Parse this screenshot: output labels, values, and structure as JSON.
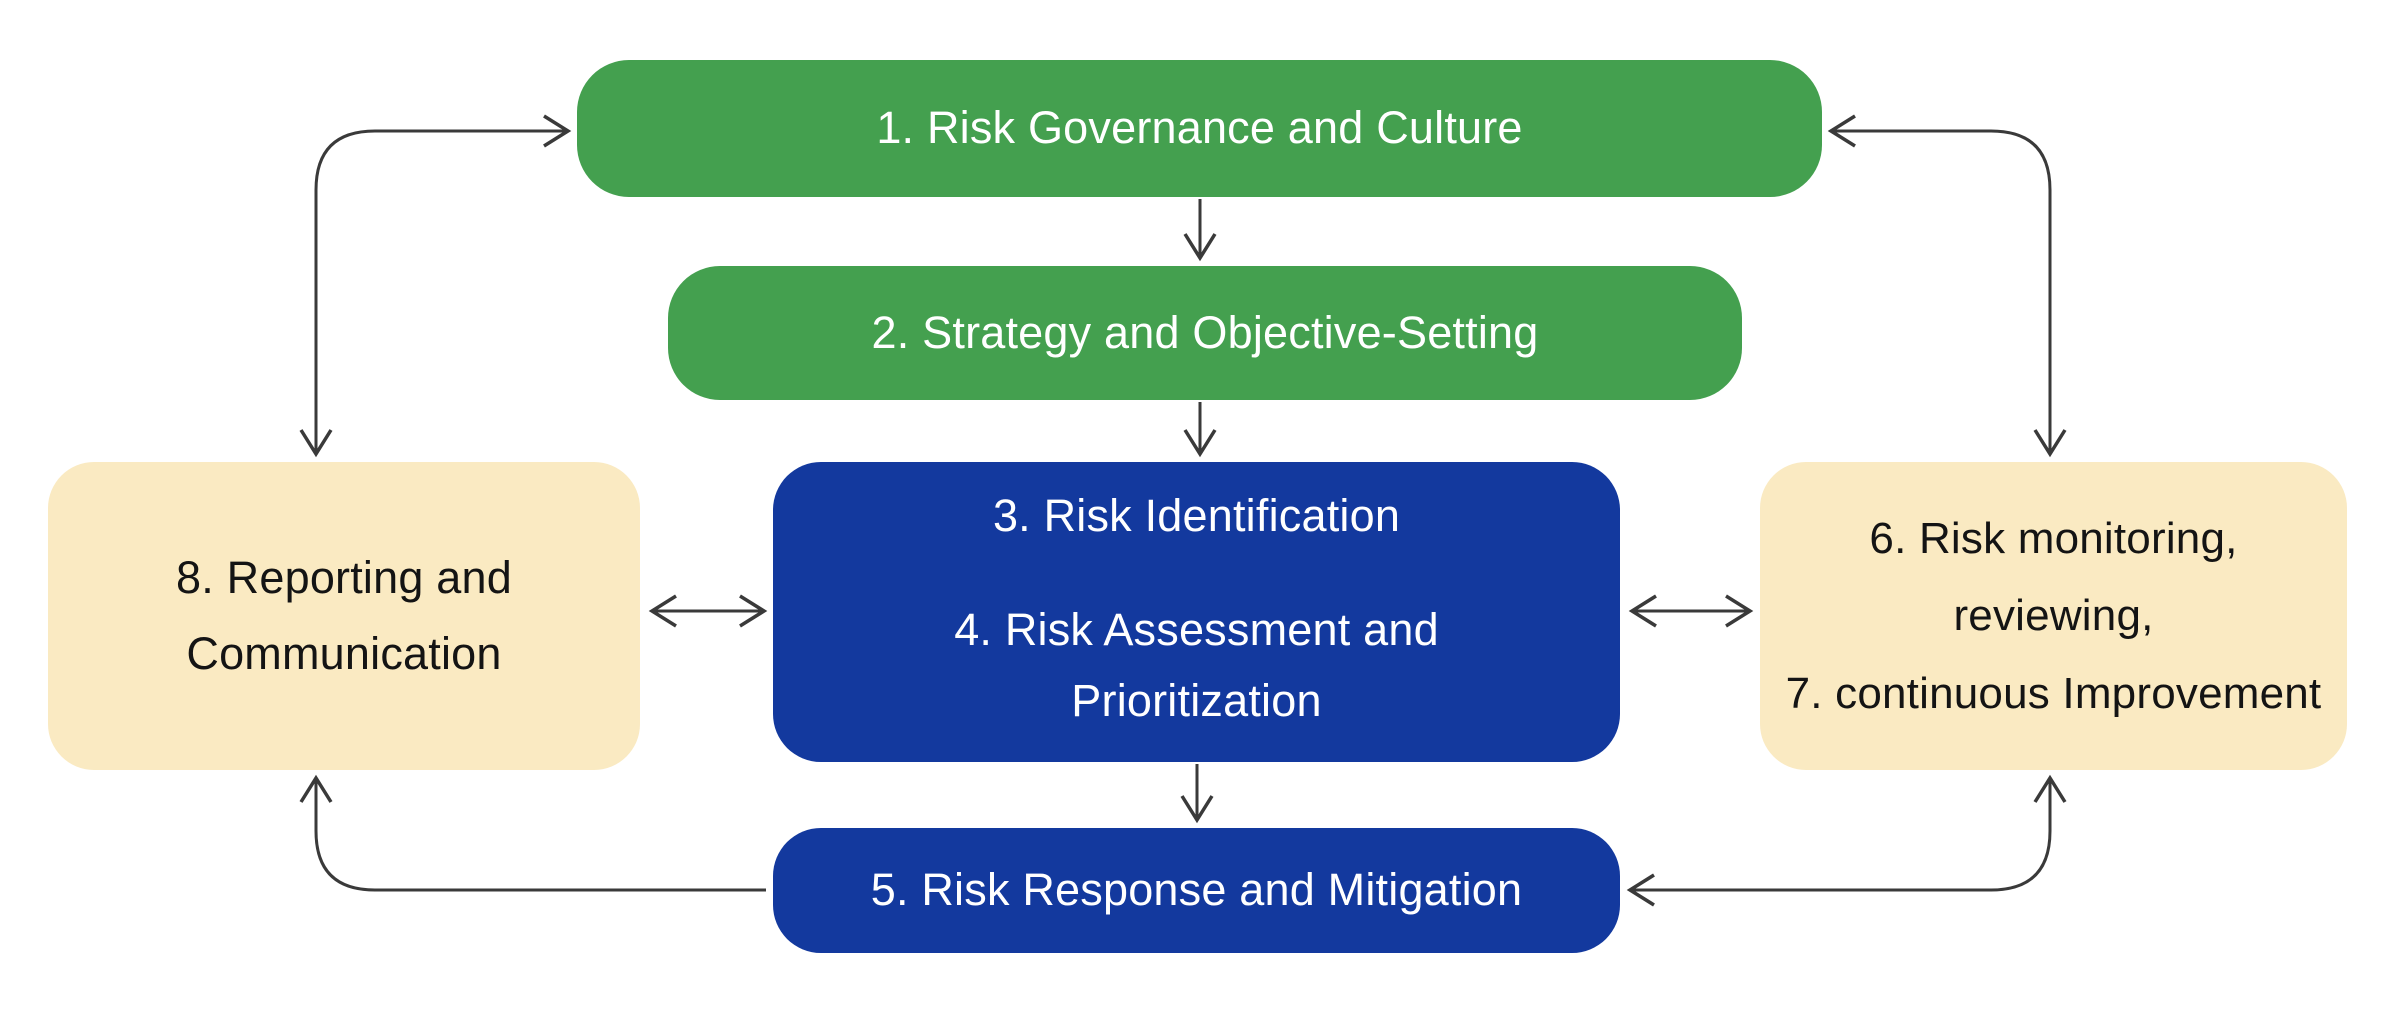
{
  "diagram": {
    "boxes": {
      "box1": {
        "label": "1. Risk Governance and Culture",
        "color": "#44A04F"
      },
      "box2": {
        "label": "2. Strategy and Objective-Setting",
        "color": "#44A04F"
      },
      "box34": {
        "line1": "3. Risk Identification",
        "line2": "4. Risk Assessment and Prioritization",
        "color": "#13399E"
      },
      "box5": {
        "label": "5. Risk Response and Mitigation",
        "color": "#13399E"
      },
      "box67": {
        "line1": "6. Risk monitoring,",
        "line2": "reviewing,",
        "line3": "7. continuous Improvement",
        "color": "#FAEAC2"
      },
      "box8": {
        "label": "8. Reporting and Communication",
        "color": "#FAEAC2"
      }
    },
    "connections": [
      {
        "from": "1",
        "to": "2",
        "type": "single-arrow-down"
      },
      {
        "from": "2",
        "to": "3-4",
        "type": "single-arrow-down"
      },
      {
        "from": "3-4",
        "to": "5",
        "type": "single-arrow-down"
      },
      {
        "from": "8",
        "to": "3-4",
        "type": "double-arrow-horizontal"
      },
      {
        "from": "3-4",
        "to": "6-7",
        "type": "double-arrow-horizontal"
      },
      {
        "from": "8",
        "to": "1",
        "type": "double-arrow-loop"
      },
      {
        "from": "1",
        "to": "6-7",
        "type": "double-arrow-loop"
      },
      {
        "from": "5",
        "to": "8",
        "type": "single-arrow-loop"
      },
      {
        "from": "5",
        "to": "6-7",
        "type": "double-arrow-loop"
      }
    ],
    "colors": {
      "green": "#44A04F",
      "blue": "#13399E",
      "cream": "#FAEAC2",
      "arrow": "#3a3a3a",
      "text_on_dark": "#FFFFFF",
      "text_on_cream": "#141414",
      "background": "#FFFFFF"
    }
  }
}
